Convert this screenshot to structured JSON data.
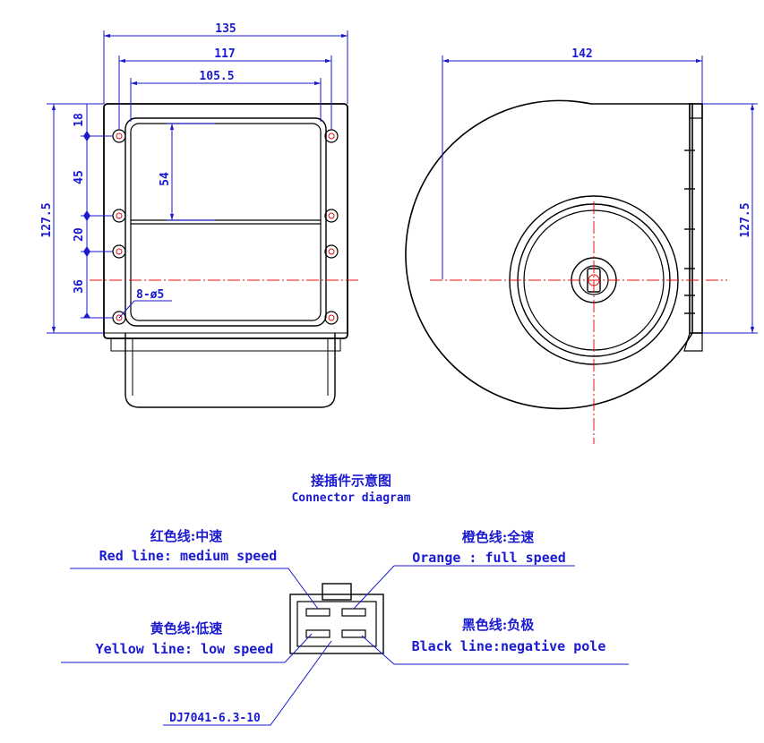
{
  "dimensions": {
    "front_width_outer": "135",
    "front_hole_spacing": "117",
    "front_inner_width": "105.5",
    "front_inner_height": "54",
    "front_height": "127.5",
    "v_seg_top": "18",
    "v_seg_2": "45",
    "v_seg_3": "20",
    "v_seg_4": "36",
    "holes_spec": "8-ø5",
    "side_width": "142",
    "side_height": "127.5"
  },
  "connector": {
    "title_cn": "接插件示意图",
    "title_en": "Connector diagram",
    "red_cn": "红色线:中速",
    "red_en": "Red line: medium speed",
    "orange_cn": "橙色线:全速",
    "orange_en": "Orange : full speed",
    "yellow_cn": "黄色线:低速",
    "yellow_en": "Yellow line: low speed",
    "black_cn": "黑色线:负极",
    "black_en": "Black line:negative pole",
    "part_no": "DJ7041-6.3-10"
  },
  "colors": {
    "dimension": "#1a1ad0",
    "centerline": "#e01010",
    "outline": "#000000"
  }
}
